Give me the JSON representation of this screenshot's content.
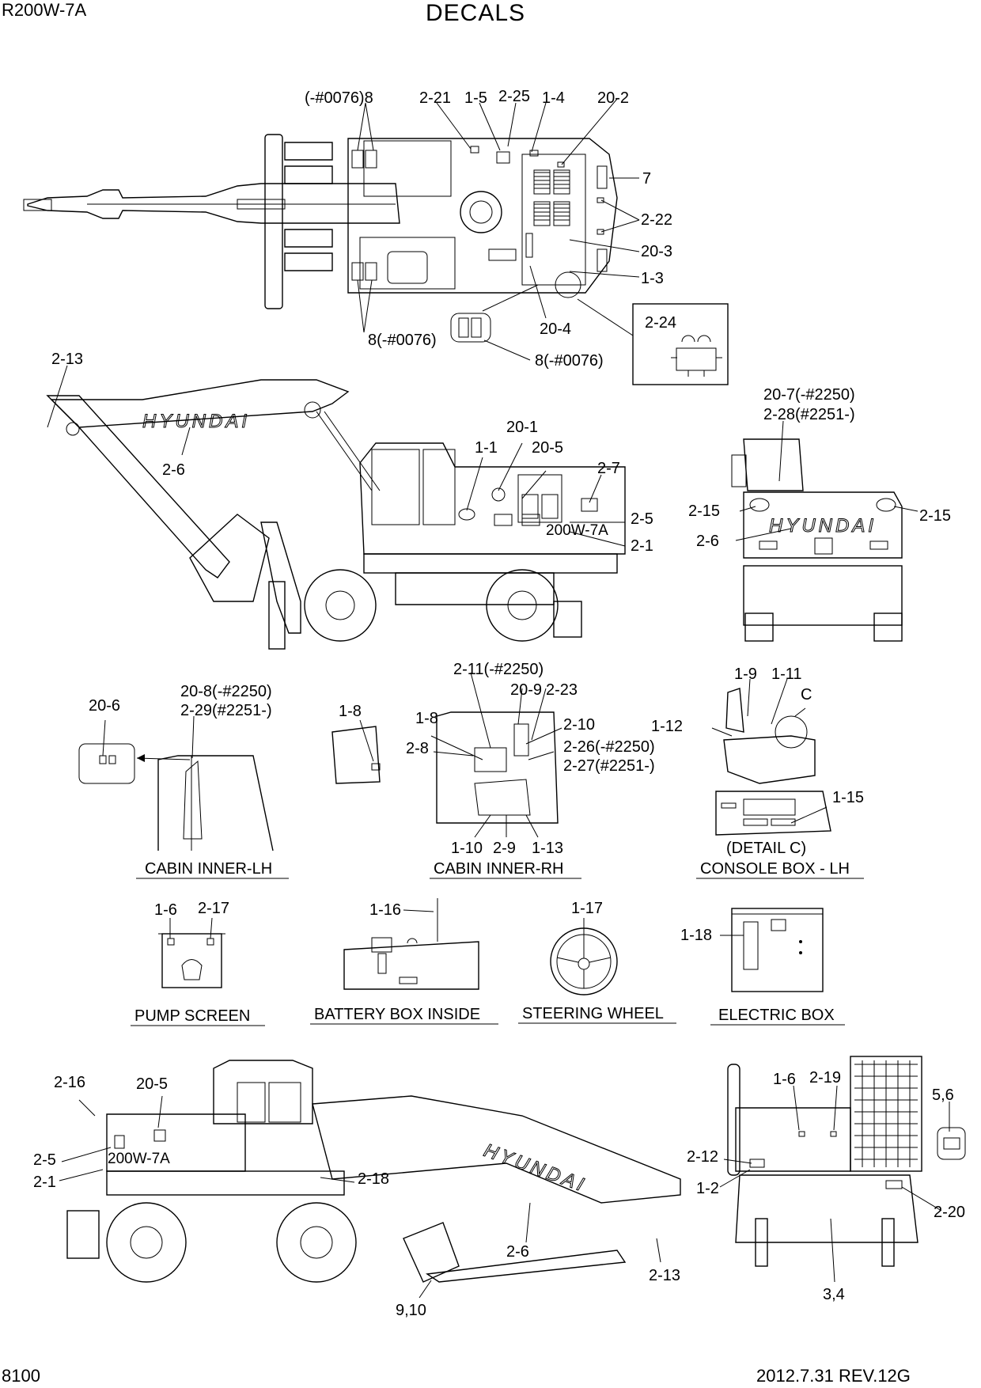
{
  "header": {
    "model": "R200W-7A",
    "title": "DECALS"
  },
  "footer": {
    "page": "8100",
    "revision": "2012.7.31  REV.12G"
  },
  "callouts": {
    "top": [
      "(-#0076)8",
      "2-21",
      "1-5",
      "2-25",
      "1-4",
      "20-2",
      "7",
      "2-22",
      "20-3",
      "1-3",
      "20-4",
      "8(-#0076)",
      "8(-#0076)",
      "2-24"
    ],
    "side_lh": [
      "2-13",
      "2-6",
      "20-1",
      "1-1",
      "20-5",
      "2-7",
      "2-5",
      "2-1"
    ],
    "rear": [
      "20-7(-#2250)",
      "2-28(#2251-)",
      "2-15",
      "2-15",
      "2-6"
    ],
    "cabin_lh": [
      "20-6",
      "20-8(-#2250)",
      "2-29(#2251-)"
    ],
    "cabin_rh": [
      "1-8",
      "2-11(-#2250)",
      "20-9",
      "2-23",
      "1-8",
      "2-10",
      "2-8",
      "2-26(-#2250)",
      "2-27(#2251-)",
      "1-10",
      "2-9",
      "1-13"
    ],
    "console": [
      "1-9",
      "1-11",
      "C",
      "1-12",
      "1-15"
    ],
    "small": [
      "1-6",
      "2-17",
      "1-16",
      "1-17",
      "1-18"
    ],
    "side_rh": [
      "2-16",
      "20-5",
      "2-5",
      "2-1",
      "2-18",
      "2-6",
      "2-13",
      "9,10"
    ],
    "front": [
      "1-6",
      "2-19",
      "5,6",
      "2-12",
      "1-2",
      "2-20",
      "3,4"
    ]
  },
  "view_labels": {
    "cabin_lh": "CABIN INNER-LH",
    "cabin_rh": "CABIN INNER-RH",
    "detail_c": "(DETAIL C)",
    "console": "CONSOLE BOX - LH",
    "pump": "PUMP SCREEN",
    "battery": "BATTERY BOX INSIDE",
    "steering": "STEERING WHEEL",
    "electric": "ELECTRIC BOX"
  },
  "brand": {
    "logo_text": "HYUNDAI",
    "badge_text": "200W-7A"
  }
}
